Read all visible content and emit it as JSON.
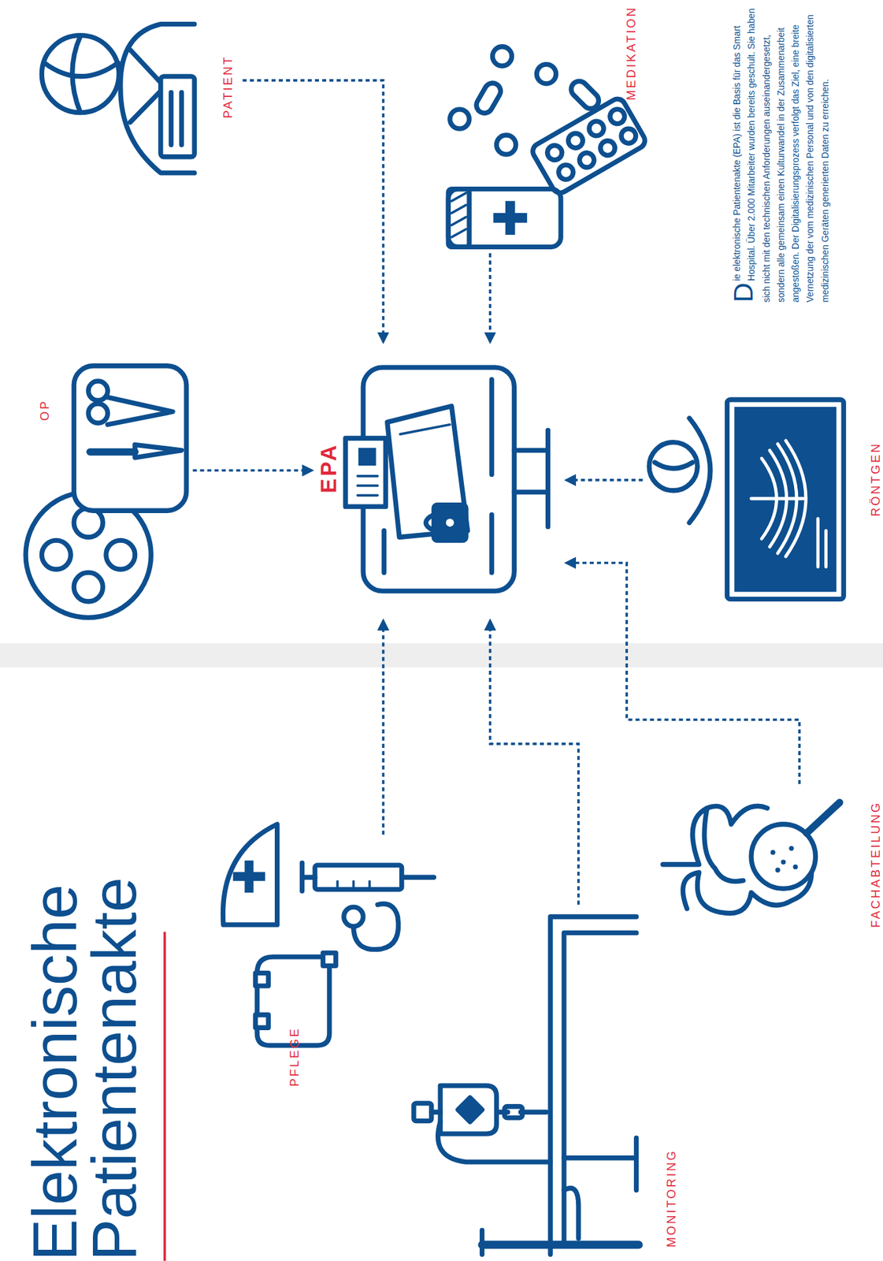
{
  "diagram": {
    "title": "Elektronische Patientenakte",
    "caption": "Die elektronische Patientenakte (EPA) ist die Basis für das Smart Hospital. Über 2.000 Mitarbeiter wurden bereits geschult. Sie haben sich nicht mit den technischen Anforderungen auseinandergesetzt, sondern alle gemeinsam einen Kulturwandel in der Zusammenarbeit angestoßen. Der Digitalisierungsprozess verfolgt das Ziel, eine breite Vernetzung der vom medizinischen Personal und von den digitalisierten medizinischen Geräten generierten Daten zu erreichen.",
    "nodes": [
      {
        "text": [
          "PATIENT"
        ]
      },
      {
        "text": [
          "MEDIKATION"
        ]
      },
      {
        "text": [
          "OP"
        ]
      },
      {
        "text": [
          "EPA"
        ]
      },
      {
        "text": [
          "RÖNTGEN"
        ]
      },
      {
        "text": [
          "PFLEGE"
        ]
      },
      {
        "text": [
          "FACHABTEILUNG"
        ]
      },
      {
        "text": [
          "MONITORING"
        ]
      }
    ],
    "edges": [
      {
        "from": 0,
        "to": 3,
        "arrow": "to"
      },
      {
        "from": 1,
        "to": 3,
        "arrow": "to"
      },
      {
        "from": 2,
        "to": 3,
        "arrow": "to"
      },
      {
        "from": 4,
        "to": 3,
        "arrow": "to"
      },
      {
        "from": 6,
        "to": 3,
        "arrow": "to"
      },
      {
        "from": 5,
        "to": 3,
        "arrow": "to"
      },
      {
        "from": 7,
        "to": 3,
        "arrow": "to"
      }
    ]
  }
}
